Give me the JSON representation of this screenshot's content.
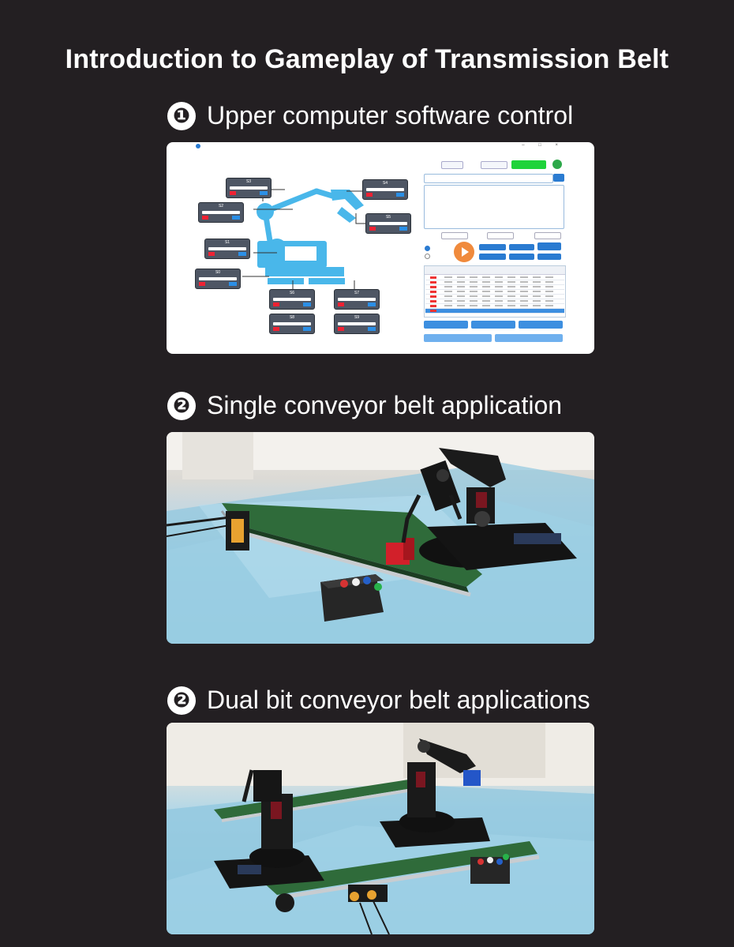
{
  "title": "Introduction to Gameplay of Transmission Belt",
  "sections": [
    {
      "number": "❶",
      "title": "Upper computer software control"
    },
    {
      "number": "❷",
      "title": "Single conveyor belt application"
    },
    {
      "number": "❷",
      "title": "Dual bit conveyor belt applications"
    }
  ],
  "software": {
    "servo_labels": [
      "S3",
      "S4",
      "S2",
      "S5",
      "S1",
      "S0",
      "S6",
      "S7",
      "S8",
      "S9"
    ]
  },
  "colors": {
    "background": "#231f22",
    "accent_blue": "#2a7bd1",
    "open_green": "#1fd33a",
    "play_orange": "#f08a3c",
    "belt_green": "#2f6b3a",
    "cube_red": "#d2202a",
    "cube_blue": "#2456c8"
  }
}
